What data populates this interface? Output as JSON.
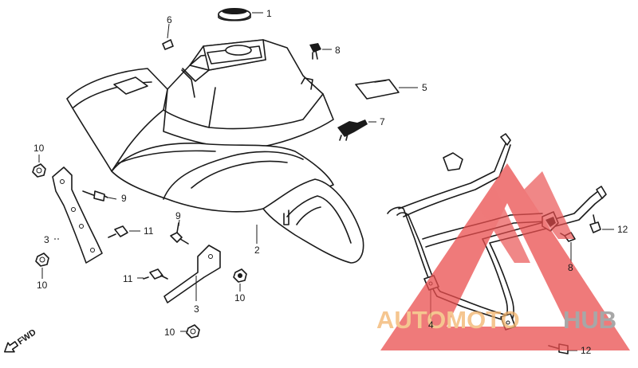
{
  "labels": {
    "l1": "1",
    "l2": "2",
    "l3a": "3",
    "l3b": "3",
    "l4": "4",
    "l5": "5",
    "l6": "6",
    "l7": "7",
    "l8a": "8",
    "l8b": "8",
    "l9a": "9",
    "l9b": "9",
    "l10a": "10",
    "l10b": "10",
    "l10c": "10",
    "l10d": "10",
    "l11a": "11",
    "l11b": "11",
    "l12a": "12",
    "l12b": "12"
  },
  "fwd": "FWD",
  "watermark": {
    "part1": "AUTOMOTO",
    "part2": "HUB",
    "color1": "#f2b36b",
    "color2": "#8a8a8a",
    "triangle": "#ea4e4e"
  },
  "icons": [
    "fwd-arrow-icon",
    "watermark-triangle-icon"
  ]
}
